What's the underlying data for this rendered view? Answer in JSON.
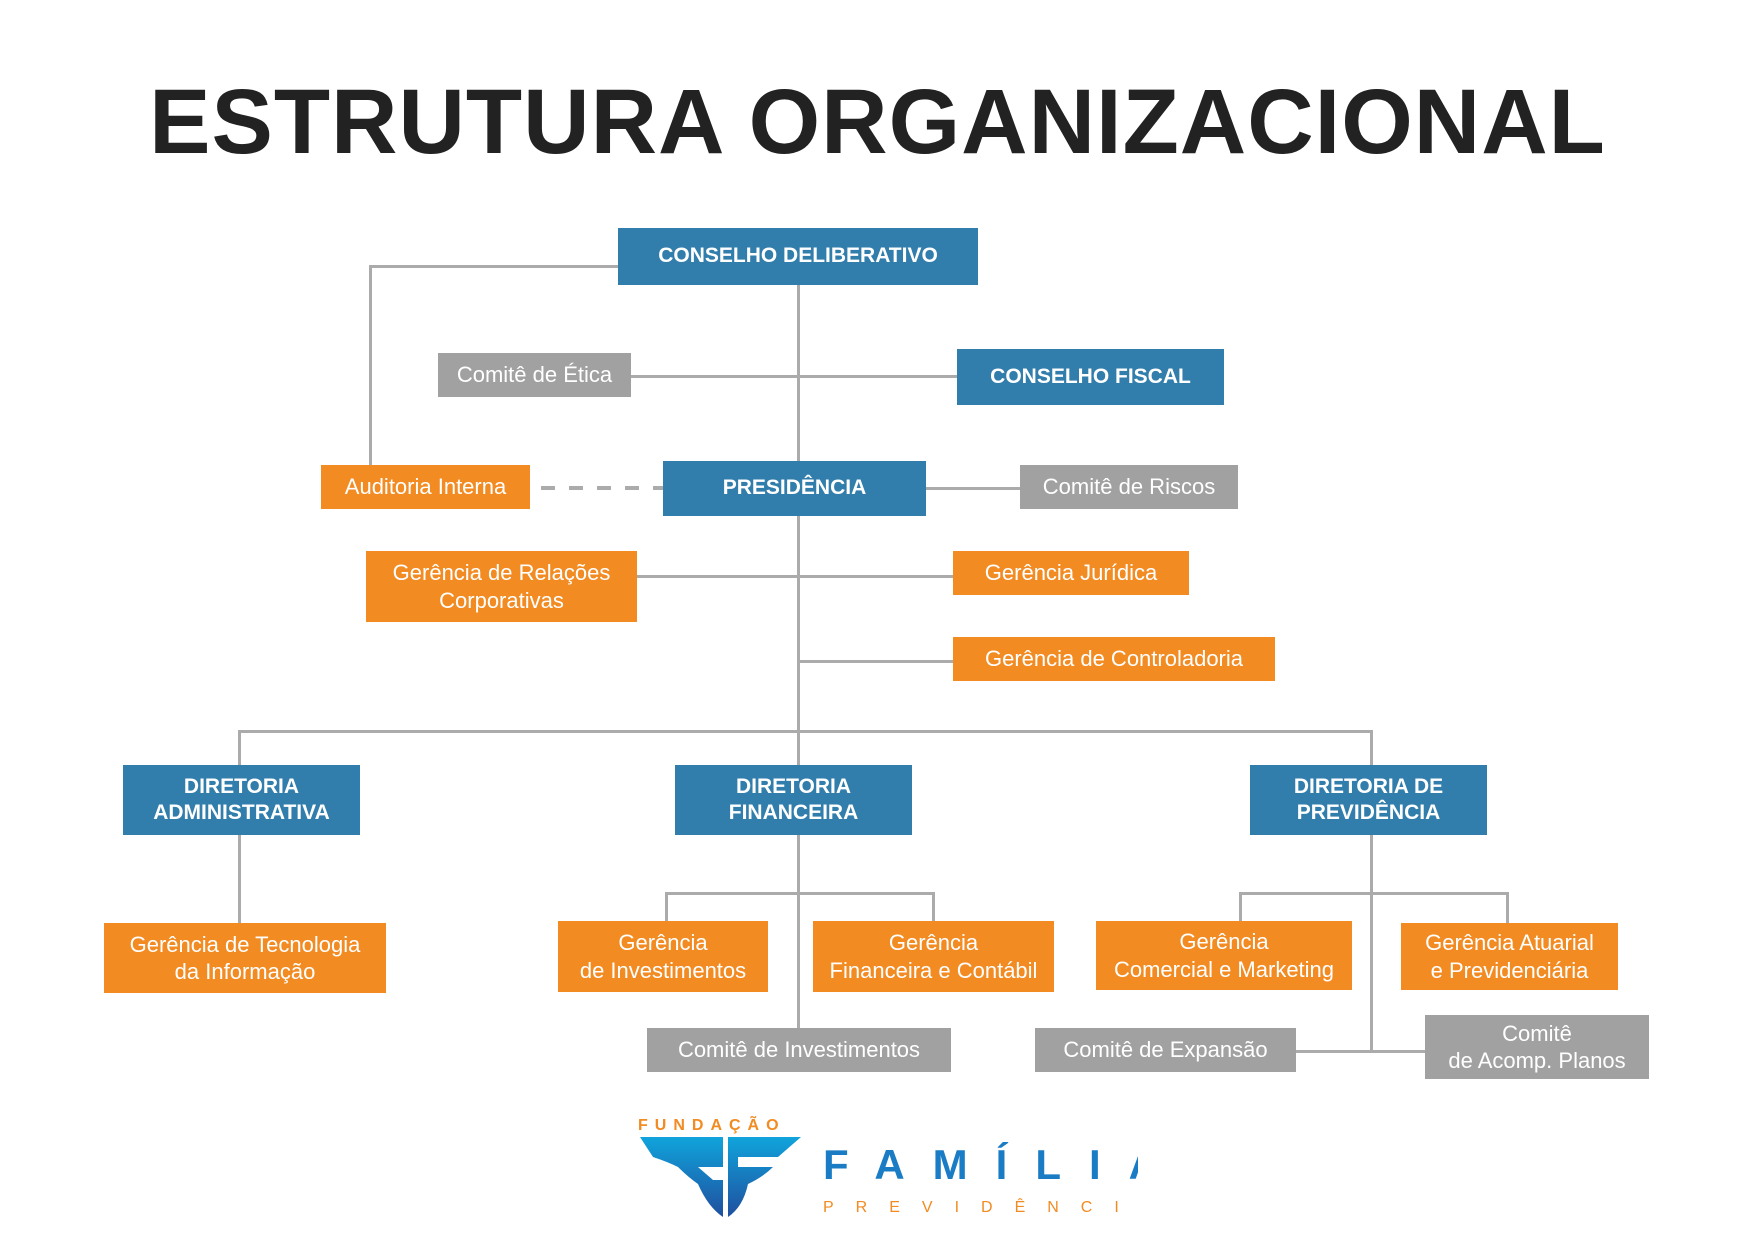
{
  "title": "ESTRUTURA ORGANIZACIONAL",
  "nodes": {
    "conselho_deliberativo": "CONSELHO DELIBERATIVO",
    "comite_etica": "Comitê de Ética",
    "conselho_fiscal": "CONSELHO FISCAL",
    "auditoria_interna": "Auditoria Interna",
    "presidencia": "PRESIDÊNCIA",
    "comite_riscos": "Comitê de Riscos",
    "gerencia_relacoes": "Gerência de Relações\nCorporativas",
    "gerencia_juridica": "Gerência Jurídica",
    "gerencia_controladoria": "Gerência de Controladoria",
    "diretoria_administrativa": "DIRETORIA\nADMINISTRATIVA",
    "diretoria_financeira": "DIRETORIA\nFINANCEIRA",
    "diretoria_previdencia": "DIRETORIA DE\nPREVIDÊNCIA",
    "gerencia_ti": "Gerência de Tecnologia\nda  Informação",
    "gerencia_investimentos": "Gerência\nde Investimentos",
    "gerencia_financeira": "Gerência\nFinanceira e Contábil",
    "gerencia_comercial": "Gerência\nComercial e Marketing",
    "gerencia_atuarial": "Gerência Atuarial\ne Previdenciária",
    "comite_investimentos": "Comitê de Investimentos",
    "comite_expansao": "Comitê de Expansão",
    "comite_acomp_planos": "Comitê\nde Acomp. Planos"
  },
  "logo": {
    "top": "FUNDAÇÃO",
    "main": "FAMÍLIA",
    "sub": "PREVIDÊNCIA"
  },
  "colors": {
    "blue": "#317dab",
    "orange": "#f28b22",
    "gray": "#a1a1a1",
    "line": "#ababab"
  }
}
